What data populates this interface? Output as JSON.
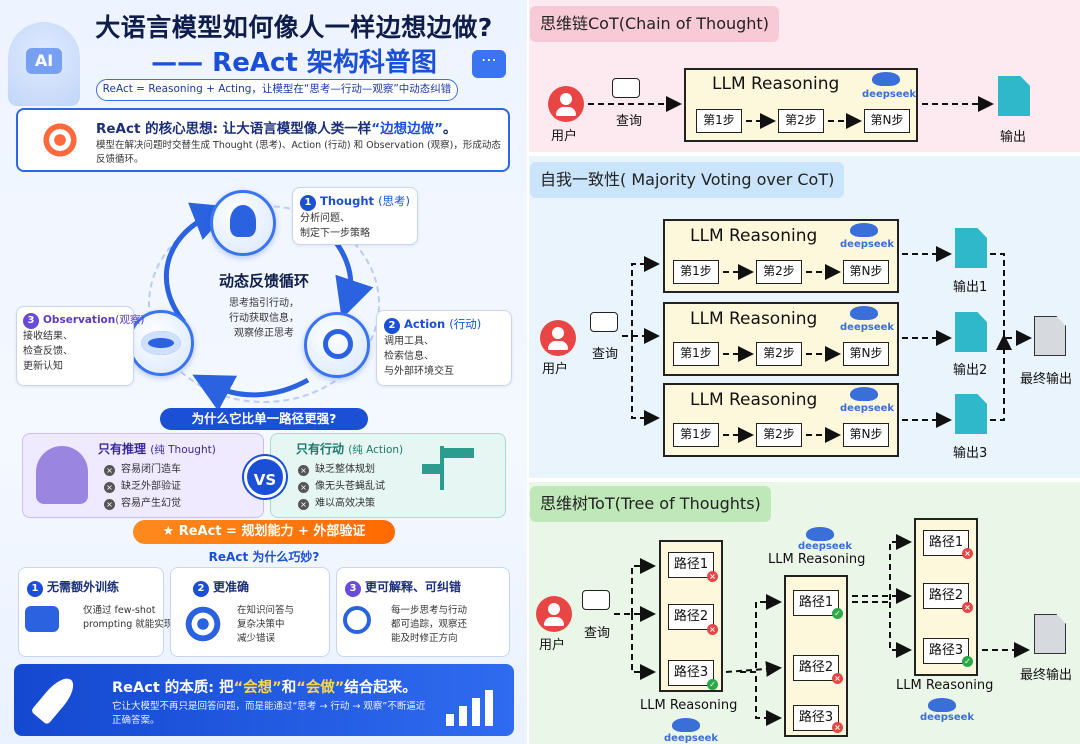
{
  "left": {
    "ai_badge": "AI",
    "title_line1": "大语言模型如何像人一样边想边做?",
    "title_line2": "—— ReAct 架构科普图",
    "definition": "ReAct = Reasoning + Acting，让模型在“思考—行动—观察”中动态纠错",
    "core": {
      "heading_prefix": "ReAct 的核心思想: 让大语言模型像人类一样",
      "heading_emph": "“边想边做”",
      "heading_suffix": "。",
      "desc": "模型在解决问题时交替生成 Thought (思考)、Action (行动) 和 Observation (观察)，形成动态反馈循环。"
    },
    "cycle": {
      "center_title": "动态反馈循环",
      "center_lines": [
        "思考指引行动，",
        "行动获取信息，",
        "观察修正思考"
      ],
      "thought": {
        "num": "1",
        "title": "Thought",
        "paren": "(思考)",
        "lines": [
          "分析问题、",
          "制定下一步策略"
        ]
      },
      "action": {
        "num": "2",
        "title": "Action",
        "paren": "(行动)",
        "lines": [
          "调用工具、",
          "检索信息、",
          "与外部环境交互"
        ]
      },
      "observation": {
        "num": "3",
        "title": "Observation",
        "paren": "(观察)",
        "lines": [
          "接收结果、",
          "检查反馈、",
          "更新认知"
        ]
      }
    },
    "why_title": "为什么它比单一路径更强?",
    "only_thought": {
      "title": "只有推理",
      "paren": "(纯 Thought)",
      "items": [
        "容易闭门造车",
        "缺乏外部验证",
        "容易产生幻觉"
      ]
    },
    "only_action": {
      "title": "只有行动",
      "paren": "(纯 Action)",
      "items": [
        "缺乏整体规划",
        "像无头苍蝇乱试",
        "难以高效决策"
      ]
    },
    "vs": "VS",
    "formula": "★  ReAct = 规划能力 + 外部验证",
    "how_title": "ReAct 为什么巧妙?",
    "reasons": [
      {
        "num": "1",
        "title": "无需额外训练",
        "lines": [
          "仅通过 few-shot",
          "prompting 就能实现"
        ]
      },
      {
        "num": "2",
        "title": "更准确",
        "lines": [
          "在知识问答与",
          "复杂决策中",
          "减少错误"
        ]
      },
      {
        "num": "3",
        "title": "更可解释、可纠错",
        "lines": [
          "每一步思考与行动",
          "都可追踪，观察还",
          "能及时修正方向"
        ]
      }
    ],
    "essence": {
      "prefix": "ReAct 的本质: 把",
      "w1": "“会想”",
      "mid": "和",
      "w2": "“会做”",
      "suffix": "结合起来。",
      "desc": "它让大模型不再只是回答问题，而是能通过“思考 → 行动 → 观察”不断逼近正确答案。"
    }
  },
  "right": {
    "cot": {
      "title": "思维链CoT(Chain of Thought)",
      "user": "用户",
      "query": "查询",
      "llm": "LLM Reasoning",
      "brand": "deepseek",
      "steps": [
        "第1步",
        "第2步",
        "第N步"
      ],
      "output": "输出"
    },
    "sc": {
      "title": "自我一致性( Majority Voting over CoT)",
      "user": "用户",
      "query": "查询",
      "llm": "LLM Reasoning",
      "brand": "deepseek",
      "steps": [
        "第1步",
        "第2步",
        "第N步"
      ],
      "outputs": [
        "输出1",
        "输出2",
        "输出3"
      ],
      "final": "最终输出"
    },
    "tot": {
      "title": "思维树ToT(Tree of Thoughts)",
      "user": "用户",
      "query": "查询",
      "llm": "LLM Reasoning",
      "brand": "deepseek",
      "col1": [
        "路径1",
        "路径2",
        "路径3"
      ],
      "col2": [
        "路径1",
        "路径2",
        "路径3"
      ],
      "col3": [
        "路径1",
        "路径2",
        "路径3"
      ],
      "final": "最终输出",
      "marks": {
        "x": "×",
        "check": "✓"
      }
    }
  },
  "colors": {
    "primary": "#1b4fd6",
    "orange": "#ff7a10",
    "red": "#e84545",
    "green": "#2aa84a",
    "teal": "#2fb8c9",
    "cot_bg": "#fdeaf0",
    "sc_bg": "#e9f4fd",
    "tot_bg": "#eaf7e8"
  }
}
